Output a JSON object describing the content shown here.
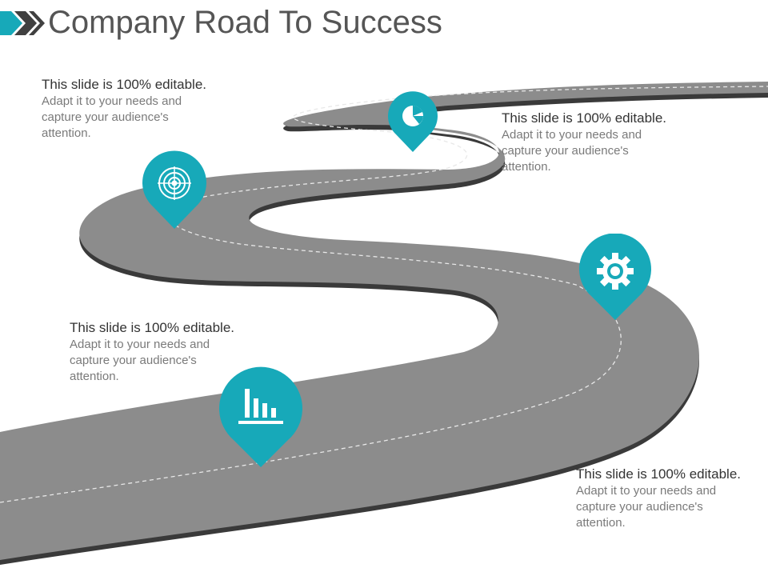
{
  "slide": {
    "title": "Company Road To Success",
    "accent_color": "#17a9b9",
    "road_color": "#8c8c8c",
    "road_shadow_color": "#3a3a3a"
  },
  "text_blocks": [
    {
      "lead": "This slide is 100% editable.",
      "body": "Adapt it to your needs and capture your audience's attention."
    },
    {
      "lead": "This slide is 100% editable.",
      "body": "Adapt it to your needs and capture your audience's attention."
    },
    {
      "lead": "This slide is 100% editable.",
      "body": "Adapt it to your needs and capture your audience's attention."
    },
    {
      "lead": "This slide is 100% editable.",
      "body": "Adapt it to your needs and capture your audience's attention."
    }
  ],
  "markers": [
    {
      "icon": "bar-chart-icon"
    },
    {
      "icon": "target-icon"
    },
    {
      "icon": "pie-chart-icon"
    },
    {
      "icon": "gear-icon"
    }
  ]
}
